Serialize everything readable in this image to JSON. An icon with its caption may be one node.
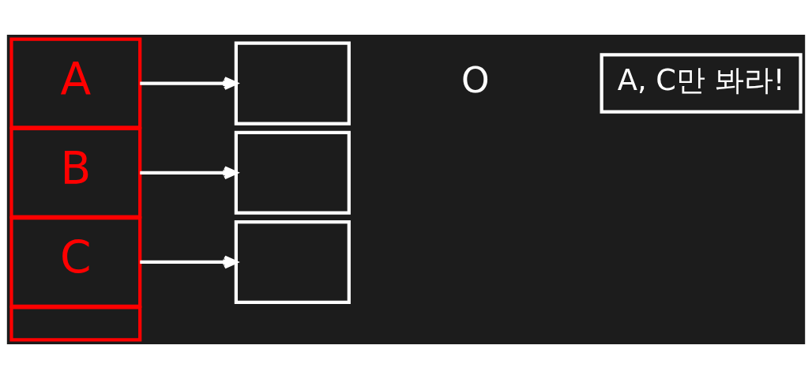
{
  "diagram": {
    "nodes": [
      {
        "text": [
          "A"
        ]
      },
      {
        "text": [
          "B"
        ]
      },
      {
        "text": [
          "C"
        ]
      },
      {
        "text": [],
        "shape": "box"
      },
      {
        "text": [],
        "shape": "box"
      },
      {
        "text": [],
        "shape": "box"
      },
      {
        "text": [],
        "shape": "box"
      },
      {
        "text": [
          "A, C만 봐라!"
        ]
      }
    ],
    "edges": [
      {
        "from": 0,
        "to": 4,
        "arrow": "to"
      },
      {
        "from": 1,
        "to": 5,
        "arrow": "to"
      },
      {
        "from": 2,
        "to": 6,
        "arrow": "to"
      }
    ],
    "labels": [
      "O"
    ]
  }
}
